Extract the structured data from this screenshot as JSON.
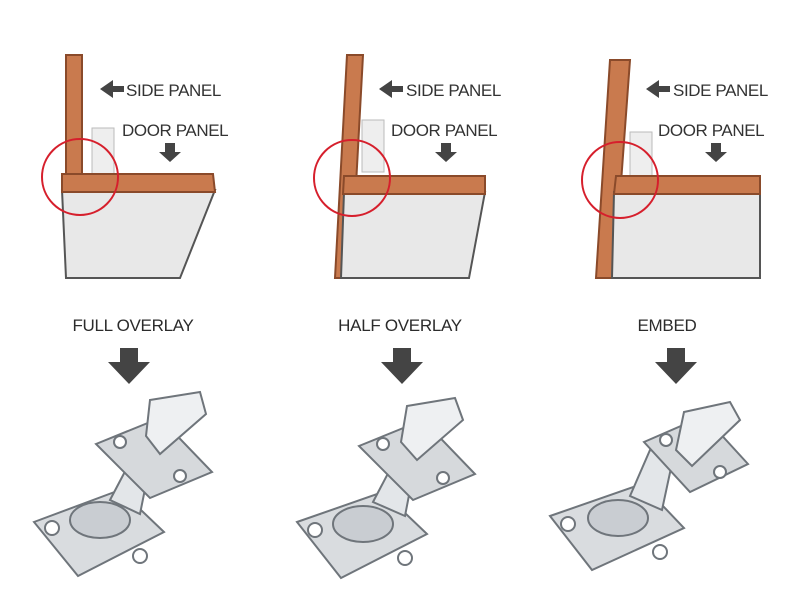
{
  "colors": {
    "wood": "#c97a4e",
    "wood_edge": "#8a4a2a",
    "board": "#e8e8e8",
    "board_edge": "#555555",
    "highlight_circle": "#d61f2c",
    "arrow": "#444444",
    "metal": "#c9cdd2"
  },
  "icons": {
    "side_arrow": "arrow-left-icon",
    "door_arrow": "arrow-down-icon",
    "main_arrow": "arrow-down-icon"
  },
  "labels": {
    "side_panel": "SIDE PANEL",
    "door_panel": "DOOR PANEL"
  },
  "columns": [
    {
      "caption": "FULL OVERLAY"
    },
    {
      "caption": "HALF OVERLAY"
    },
    {
      "caption": "EMBED"
    }
  ]
}
